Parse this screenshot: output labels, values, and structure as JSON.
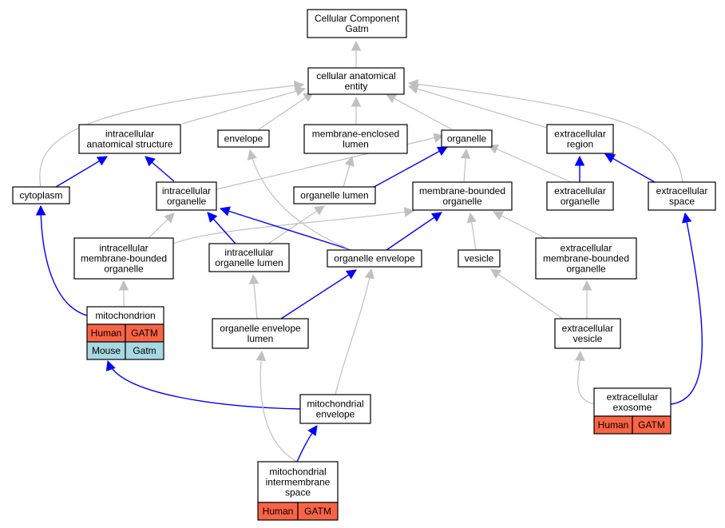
{
  "colors": {
    "is_a_edge": "#c0c0c0",
    "part_of_edge": "#0000ff",
    "human_cell": "#fa6446",
    "mouse_cell": "#a8d8e2",
    "node_fill": "#ffffff",
    "node_border": "#000000"
  },
  "nodes": [
    {
      "id": "root",
      "lines": [
        "Cellular Component",
        "Gatm"
      ]
    },
    {
      "id": "cae",
      "lines": [
        "cellular anatomical",
        "entity"
      ]
    },
    {
      "id": "ias",
      "lines": [
        "intracellular",
        "anatomical structure"
      ]
    },
    {
      "id": "env",
      "lines": [
        "envelope"
      ]
    },
    {
      "id": "mel",
      "lines": [
        "membrane-enclosed",
        "lumen"
      ]
    },
    {
      "id": "org",
      "lines": [
        "organelle"
      ]
    },
    {
      "id": "ecr",
      "lines": [
        "extracellular",
        "region"
      ]
    },
    {
      "id": "cyt",
      "lines": [
        "cytoplasm"
      ]
    },
    {
      "id": "io",
      "lines": [
        "intracellular",
        "organelle"
      ]
    },
    {
      "id": "ol",
      "lines": [
        "organelle lumen"
      ]
    },
    {
      "id": "mbo",
      "lines": [
        "membrane-bounded",
        "organelle"
      ]
    },
    {
      "id": "eco",
      "lines": [
        "extracellular",
        "organelle"
      ]
    },
    {
      "id": "ecs",
      "lines": [
        "extracellular",
        "space"
      ]
    },
    {
      "id": "imbo",
      "lines": [
        "intracellular",
        "membrane-bounded",
        "organelle"
      ]
    },
    {
      "id": "iol",
      "lines": [
        "intracellular",
        "organelle lumen"
      ]
    },
    {
      "id": "oe",
      "lines": [
        "organelle envelope"
      ]
    },
    {
      "id": "ves",
      "lines": [
        "vesicle"
      ]
    },
    {
      "id": "embo",
      "lines": [
        "extracellular",
        "membrane-bounded",
        "organelle"
      ]
    },
    {
      "id": "mito",
      "lines": [
        "mitochondrion"
      ],
      "annotations": [
        {
          "species": "Human",
          "gene": "GATM",
          "kind": "human"
        },
        {
          "species": "Mouse",
          "gene": "Gatm",
          "kind": "mouse"
        }
      ]
    },
    {
      "id": "oel",
      "lines": [
        "organelle envelope",
        "lumen"
      ]
    },
    {
      "id": "ecv",
      "lines": [
        "extracellular",
        "vesicle"
      ]
    },
    {
      "id": "exo",
      "lines": [
        "extracellular",
        "exosome"
      ],
      "annotations": [
        {
          "species": "Human",
          "gene": "GATM",
          "kind": "human"
        }
      ]
    },
    {
      "id": "me",
      "lines": [
        "mitochondrial",
        "envelope"
      ]
    },
    {
      "id": "mis",
      "lines": [
        "mitochondrial",
        "intermembrane",
        "space"
      ],
      "annotations": [
        {
          "species": "Human",
          "gene": "GATM",
          "kind": "human"
        }
      ]
    }
  ],
  "edges": [
    {
      "from": "cae",
      "to": "root",
      "type": "is_a"
    },
    {
      "from": "ias",
      "to": "cae",
      "type": "is_a"
    },
    {
      "from": "env",
      "to": "cae",
      "type": "is_a"
    },
    {
      "from": "mel",
      "to": "cae",
      "type": "is_a"
    },
    {
      "from": "org",
      "to": "cae",
      "type": "is_a"
    },
    {
      "from": "ecr",
      "to": "cae",
      "type": "is_a"
    },
    {
      "from": "cyt",
      "to": "cae",
      "type": "is_a"
    },
    {
      "from": "ecs",
      "to": "cae",
      "type": "is_a"
    },
    {
      "from": "cyt",
      "to": "ias",
      "type": "part_of"
    },
    {
      "from": "io",
      "to": "ias",
      "type": "part_of"
    },
    {
      "from": "io",
      "to": "org",
      "type": "is_a"
    },
    {
      "from": "ol",
      "to": "mel",
      "type": "is_a"
    },
    {
      "from": "ol",
      "to": "org",
      "type": "part_of"
    },
    {
      "from": "mbo",
      "to": "org",
      "type": "is_a"
    },
    {
      "from": "eco",
      "to": "org",
      "type": "is_a"
    },
    {
      "from": "eco",
      "to": "ecr",
      "type": "part_of"
    },
    {
      "from": "ecs",
      "to": "ecr",
      "type": "part_of"
    },
    {
      "from": "imbo",
      "to": "io",
      "type": "is_a"
    },
    {
      "from": "imbo",
      "to": "mbo",
      "type": "is_a"
    },
    {
      "from": "iol",
      "to": "io",
      "type": "part_of"
    },
    {
      "from": "iol",
      "to": "ol",
      "type": "is_a"
    },
    {
      "from": "oe",
      "to": "io",
      "type": "part_of"
    },
    {
      "from": "oe",
      "to": "env",
      "type": "is_a"
    },
    {
      "from": "oe",
      "to": "mbo",
      "type": "part_of"
    },
    {
      "from": "ves",
      "to": "mbo",
      "type": "is_a"
    },
    {
      "from": "embo",
      "to": "mbo",
      "type": "is_a"
    },
    {
      "from": "mito",
      "to": "imbo",
      "type": "is_a"
    },
    {
      "from": "mito",
      "to": "cyt",
      "type": "part_of"
    },
    {
      "from": "oel",
      "to": "iol",
      "type": "is_a"
    },
    {
      "from": "oel",
      "to": "oe",
      "type": "part_of"
    },
    {
      "from": "ecv",
      "to": "ves",
      "type": "is_a"
    },
    {
      "from": "ecv",
      "to": "embo",
      "type": "is_a"
    },
    {
      "from": "exo",
      "to": "ecv",
      "type": "is_a"
    },
    {
      "from": "exo",
      "to": "ecs",
      "type": "part_of"
    },
    {
      "from": "me",
      "to": "mito",
      "type": "part_of"
    },
    {
      "from": "me",
      "to": "oe",
      "type": "is_a"
    },
    {
      "from": "mis",
      "to": "oel",
      "type": "is_a"
    },
    {
      "from": "mis",
      "to": "me",
      "type": "part_of"
    }
  ]
}
